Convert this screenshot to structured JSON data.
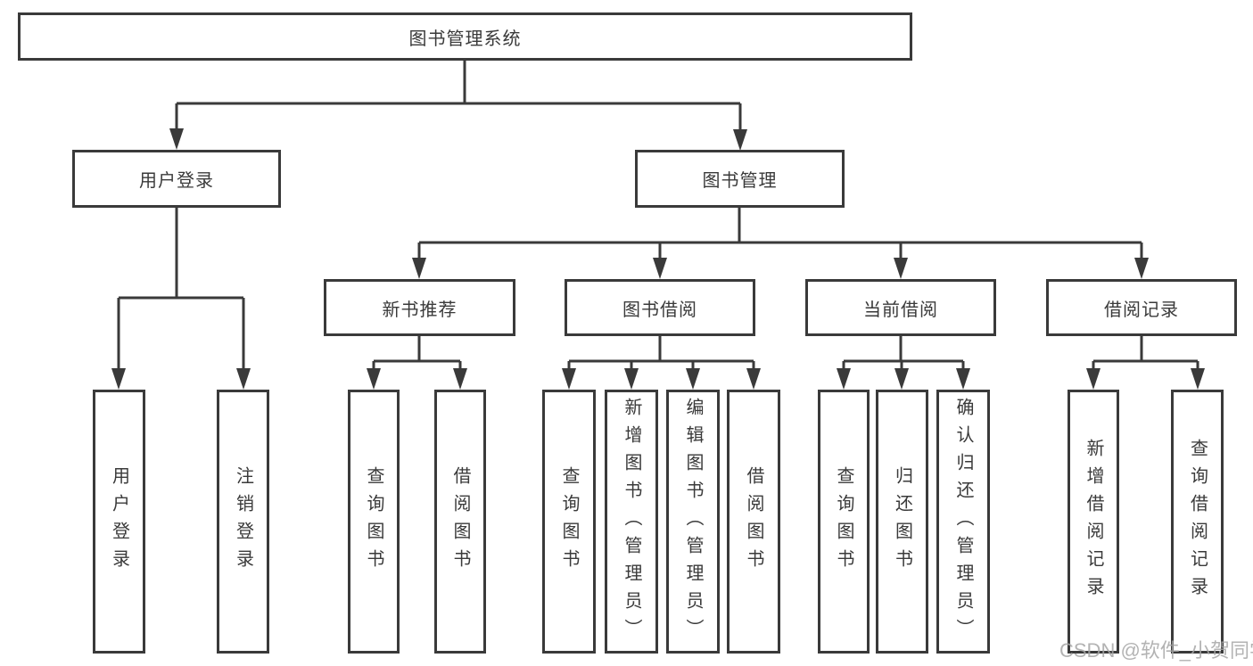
{
  "diagram_title": "图书管理系统",
  "tree": {
    "root": {
      "label": "图书管理系统",
      "children": [
        {
          "label": "用户登录",
          "children": [
            {
              "label": "用户登录"
            },
            {
              "label": "注销登录"
            }
          ]
        },
        {
          "label": "图书管理",
          "children": [
            {
              "label": "新书推荐",
              "children": [
                {
                  "label": "查询图书"
                },
                {
                  "label": "借阅图书"
                }
              ]
            },
            {
              "label": "图书借阅",
              "children": [
                {
                  "label": "查询图书"
                },
                {
                  "label": "新增图书（管理员）"
                },
                {
                  "label": "编辑图书（管理员）"
                },
                {
                  "label": "借阅图书"
                }
              ]
            },
            {
              "label": "当前借阅",
              "children": [
                {
                  "label": "查询图书"
                },
                {
                  "label": "归还图书"
                },
                {
                  "label": "确认归还（管理员）"
                }
              ]
            },
            {
              "label": "借阅记录",
              "children": [
                {
                  "label": "新增借阅记录"
                },
                {
                  "label": "查询借阅记录"
                }
              ]
            }
          ]
        }
      ]
    }
  },
  "watermark": {
    "text": "CSDN @软件_小贺同学"
  },
  "colors": {
    "line": "#3a3a3a",
    "box_border": "#3a3a3a",
    "box_fill": "#ffffff",
    "text": "#3a3a3a",
    "watermark": "#a6a6a6",
    "background": "#ffffff"
  }
}
